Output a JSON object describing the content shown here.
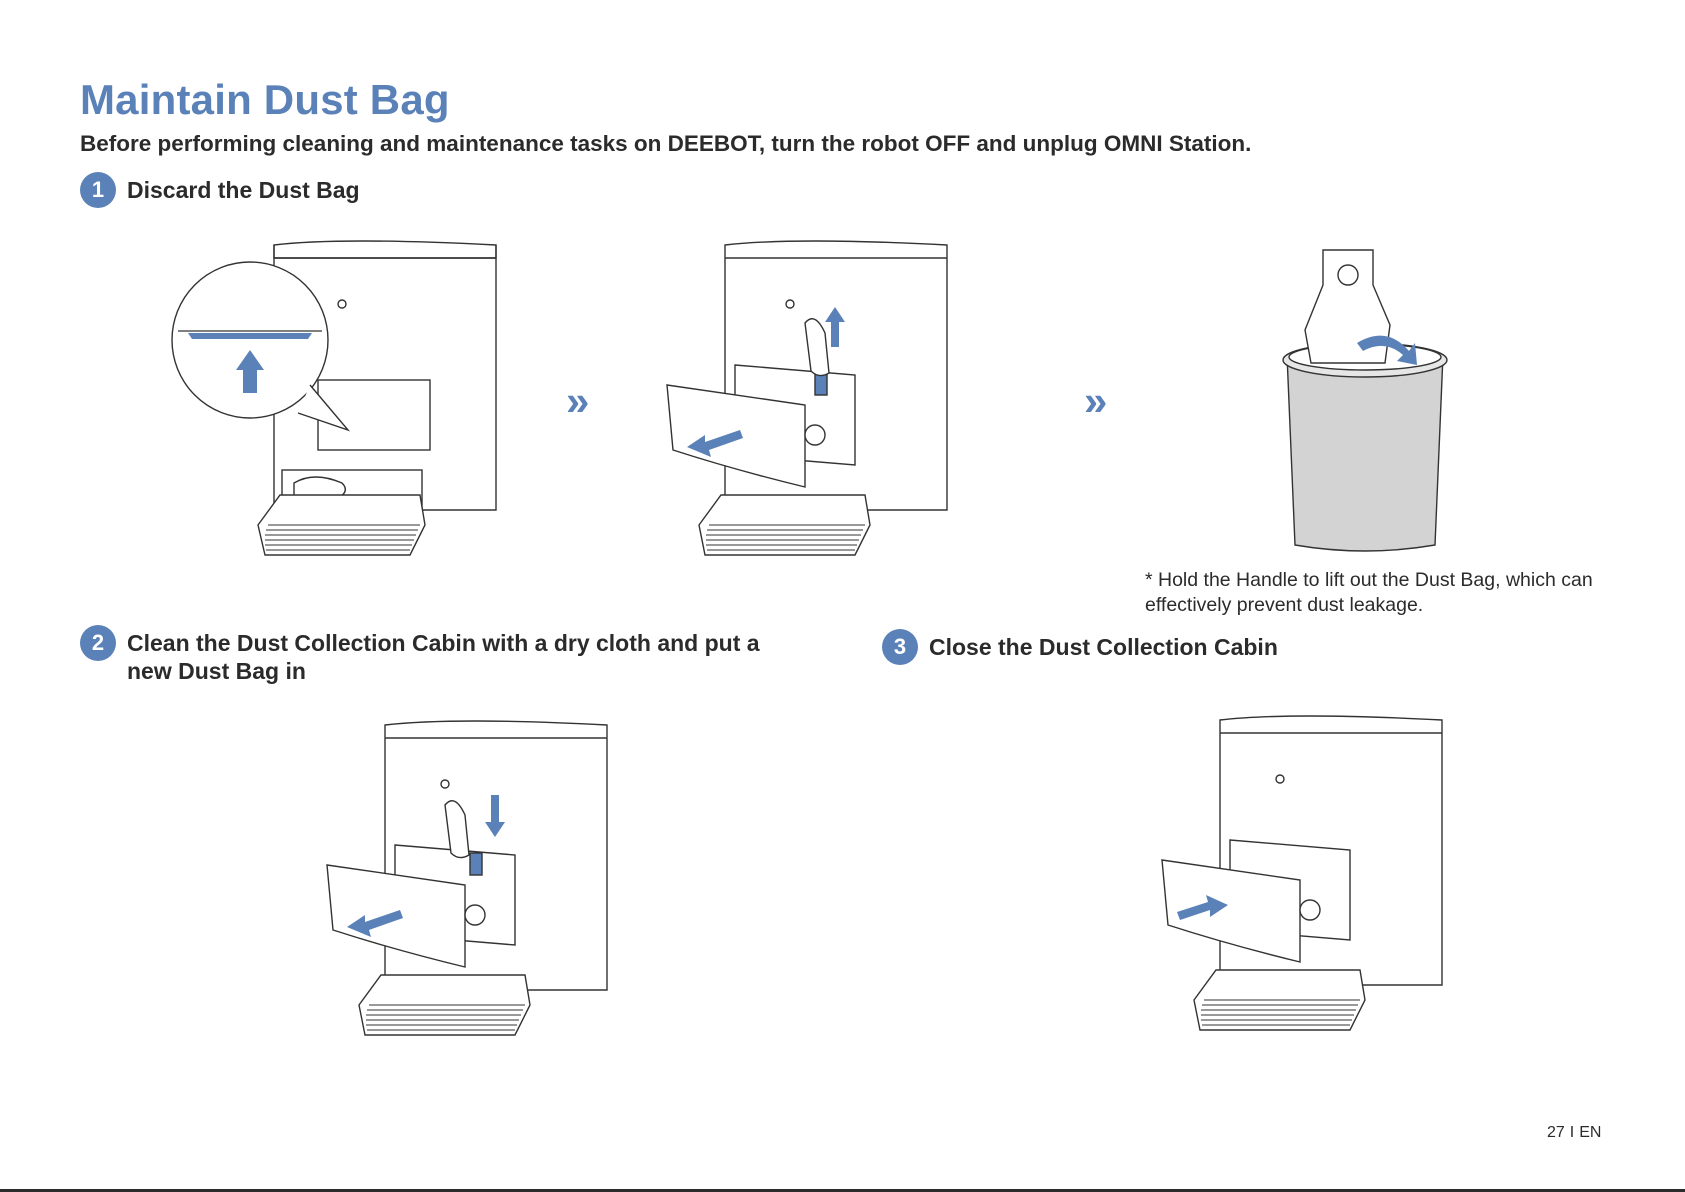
{
  "page": {
    "title": "Maintain Dust Bag",
    "warning": "Before performing cleaning and maintenance tasks on DEEBOT, turn the robot OFF and unplug OMNI Station."
  },
  "steps": [
    {
      "number": "1",
      "title": "Discard the Dust Bag"
    },
    {
      "number": "2",
      "title": "Clean the Dust Collection Cabin with a dry cloth and put a new Dust Bag in"
    },
    {
      "number": "3",
      "title": "Close the Dust Collection Cabin"
    }
  ],
  "note": "* Hold the Handle to lift out the Dust Bag, which can effectively prevent dust leakage.",
  "footer": {
    "page_number": "27",
    "separator": "I",
    "language": "EN"
  },
  "icons": {
    "next_arrow": "double-chevron-right-icon",
    "up_arrow": "up-arrow-icon",
    "down_arrow": "down-arrow-icon",
    "pull_arrow": "pull-out-arrow-icon",
    "push_arrow": "push-in-arrow-icon",
    "rotate_arrow": "rotate-arrow-icon"
  },
  "colors": {
    "accent": "#5b82b8",
    "text": "#2b2b2b",
    "bin_fill": "#d3d3d3"
  }
}
